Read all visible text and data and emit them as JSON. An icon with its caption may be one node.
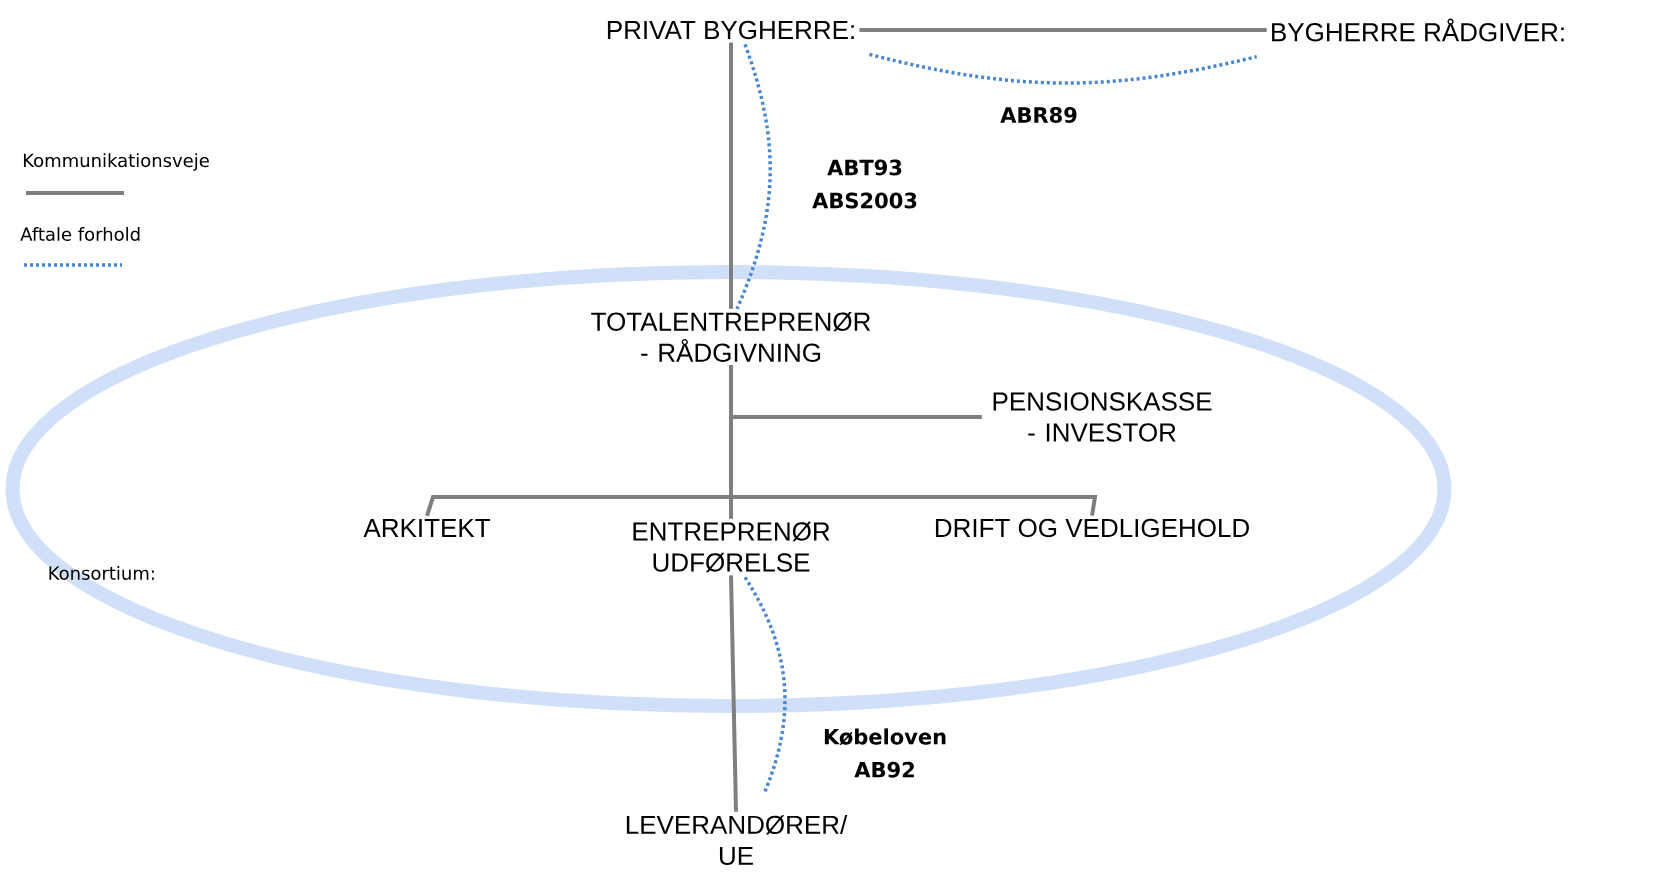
{
  "diagram": {
    "nodes": [
      {
        "text": [
          "PRIVAT BYGHERRE:"
        ]
      },
      {
        "text": [
          "BYGHERRE RÅDGIVER:"
        ]
      },
      {
        "text": [
          "Konsortium:"
        ]
      },
      {
        "text": [
          "TOTALENTREPRENØR - RÅDGIVNING"
        ],
        "in": 2
      },
      {
        "text": [
          "PENSIONSKASSE - INVESTOR"
        ],
        "in": 2
      },
      {
        "text": [
          "ARKITEKT"
        ],
        "in": 2
      },
      {
        "text": [
          "ENTREPRENØR UDFØRELSE"
        ],
        "in": 2
      },
      {
        "text": [
          "DRIFT OG VEDLIGEHOLD"
        ],
        "in": 2
      },
      {
        "text": [
          "LEVERANDØRER/ UE"
        ]
      }
    ],
    "edges": [
      {
        "from": 0,
        "to": 1,
        "arrow": "none"
      },
      {
        "from": 0,
        "to": 1,
        "arrow": "none",
        "label": "ABR89",
        "style": "dashed",
        "color": "#4a86d0"
      },
      {
        "from": 0,
        "to": 3,
        "arrow": "none"
      },
      {
        "from": 0,
        "to": 3,
        "arrow": "none",
        "label": "ABT93 ABS2003",
        "style": "dashed",
        "color": "#4a86d0"
      },
      {
        "from": 3,
        "to": 4,
        "arrow": "none"
      },
      {
        "from": 3,
        "to": 5,
        "arrow": "none"
      },
      {
        "from": 3,
        "to": 6,
        "arrow": "none"
      },
      {
        "from": 3,
        "to": 7,
        "arrow": "none"
      },
      {
        "from": 6,
        "to": 8,
        "arrow": "none"
      },
      {
        "from": 6,
        "to": 8,
        "arrow": "none",
        "label": "Købeloven AB92",
        "style": "dashed",
        "color": "#4a86d0"
      }
    ],
    "legend": [
      {
        "text": "Kommunikationsveje"
      },
      {
        "text": "Aftale forhold"
      }
    ]
  }
}
